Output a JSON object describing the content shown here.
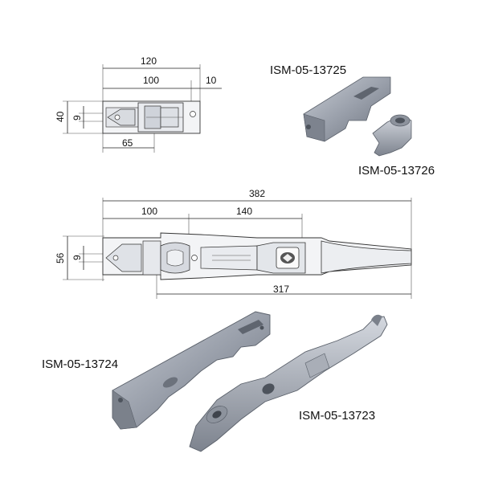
{
  "top_view": {
    "dims": {
      "overall_length": "120",
      "pitch": "100",
      "offset": "10",
      "height": "40",
      "slot_width": "9",
      "base_length": "65"
    }
  },
  "bottom_view": {
    "dims": {
      "overall_length": "382",
      "pitch": "100",
      "travel": "140",
      "height": "56",
      "slot_width": "9",
      "handle_length": "317"
    }
  },
  "parts": {
    "top_right_upper": "ISM-05-13725",
    "top_right_lower": "ISM-05-13726",
    "bottom_left": "ISM-05-13724",
    "bottom_right": "ISM-05-13723"
  },
  "colors": {
    "metal": "#9aa0ab",
    "metal_dark": "#6b717c",
    "metal_light": "#c9ced6",
    "line": "#222222"
  }
}
